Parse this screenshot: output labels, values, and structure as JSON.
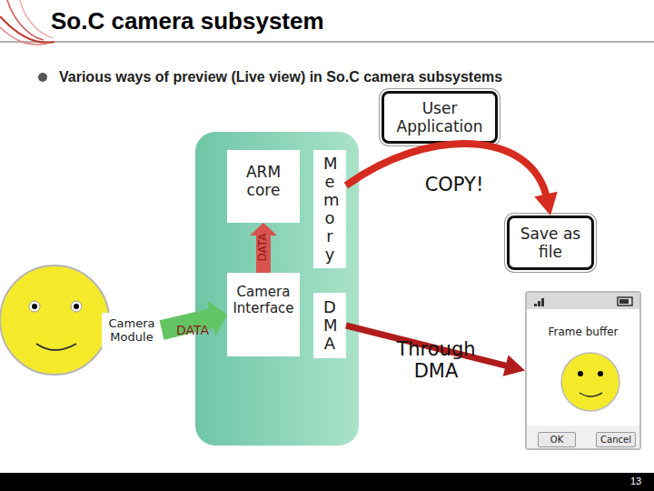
{
  "diagram": {
    "title": "So.C camera subsystem",
    "nodes": [
      {
        "text": [
          "User Application"
        ]
      },
      {
        "text": [
          "ARM core"
        ]
      },
      {
        "text": [
          "Memory"
        ]
      },
      {
        "text": [
          "Camera Interface"
        ]
      },
      {
        "text": [
          "DMA"
        ]
      },
      {
        "text": [
          "Camera Module"
        ]
      },
      {
        "text": [
          "Save as file"
        ]
      },
      {
        "text": [
          "Frame buffer"
        ]
      },
      {
        "text": [
          "OK"
        ],
        "in": 7
      },
      {
        "text": [
          "Cancel"
        ],
        "in": 7
      }
    ],
    "edges": [
      {
        "from": 5,
        "to": 3,
        "label": "DATA",
        "arrow": "to"
      },
      {
        "from": 3,
        "to": 1,
        "label": "DATA",
        "arrow": "to"
      },
      {
        "from": 2,
        "to": 6,
        "label": "COPY!",
        "arrow": "to"
      },
      {
        "from": 4,
        "to": 7,
        "label": "Through DMA",
        "arrow": "to"
      }
    ],
    "labels": [
      "Various ways of preview (Live view) in So.C camera subsystems",
      "13"
    ]
  }
}
